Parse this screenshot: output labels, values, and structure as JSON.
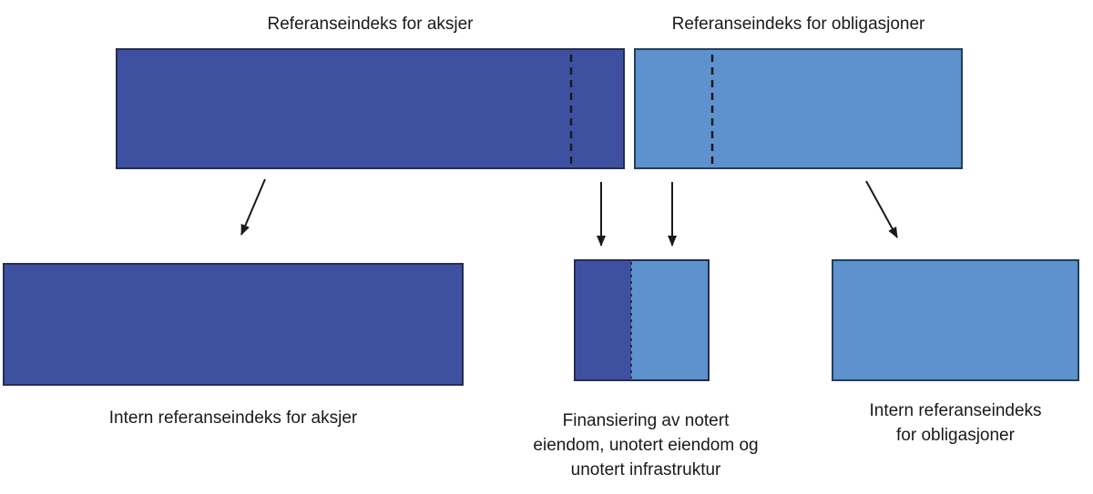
{
  "labels": {
    "top_left": "Referanseindeks for aksjer",
    "top_right": "Referanseindeks for obligasjoner",
    "bottom_left": "Intern referanseindeks for aksjer",
    "bottom_middle_lines": [
      "Finansiering av notert",
      "eiendom, unotert eiendom og",
      "unotert infrastruktur"
    ],
    "bottom_right_lines": [
      "Intern referanseindeks",
      "for obligasjoner"
    ]
  },
  "colors": {
    "equities_fill": "#3E51A1",
    "equities_border": "#262C52",
    "bonds_fill": "#5D92CE",
    "bonds_border": "#223F5C",
    "line": "#1A1A1A",
    "text": "#1A1A1A",
    "background": "#FFFFFF"
  }
}
